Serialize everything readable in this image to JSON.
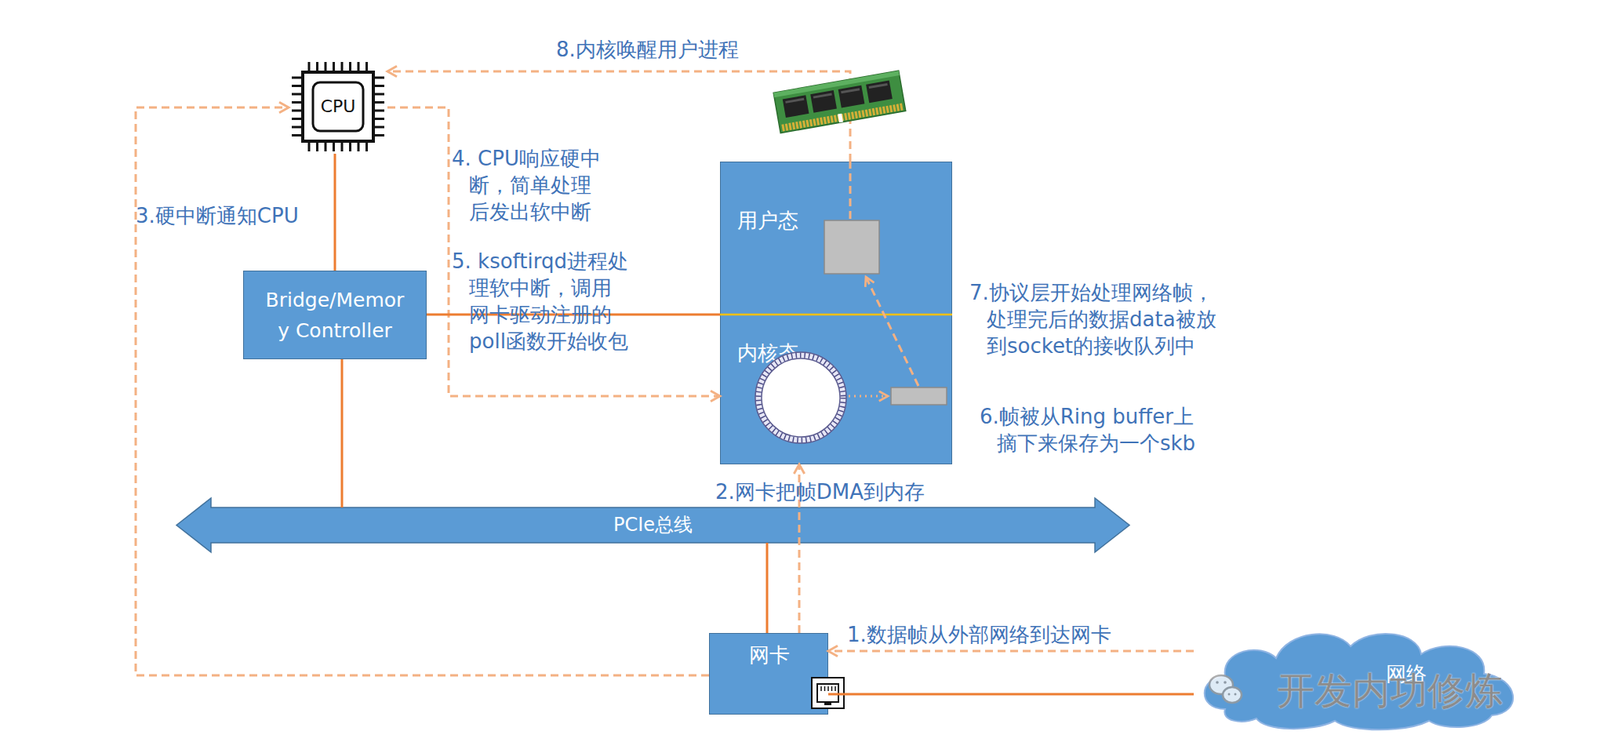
{
  "diagram": {
    "nodes": [
      {
        "text": [
          "CPU"
        ]
      },
      {
        "text": [
          "Bridge/Memor y Controller"
        ]
      },
      {
        "text": [
          "用户态",
          "内核态"
        ]
      },
      {
        "text": [
          "PCIe总线"
        ]
      },
      {
        "text": [
          "网卡"
        ]
      },
      {
        "text": [
          "网络"
        ]
      }
    ],
    "edges": [
      {
        "from": 5,
        "to": 4,
        "arrow": "to",
        "label": "1.数据帧从外部网络到达网卡"
      },
      {
        "from": 4,
        "to": 2,
        "arrow": "to",
        "label": "2.网卡把帧DMA到内存"
      },
      {
        "from": 4,
        "to": 0,
        "arrow": "to",
        "label": "3.硬中断通知CPU"
      },
      {
        "from": 0,
        "to": 2,
        "arrow": "to",
        "label": "4. CPU响应硬中 断，简单处理 后发出软中断"
      },
      {
        "from": 2,
        "to": 0,
        "arrow": "to",
        "label": "8.内核唤醒用户进程"
      },
      {
        "from": 0,
        "to": 1,
        "arrow": "none"
      },
      {
        "from": 1,
        "to": 3,
        "arrow": "none"
      },
      {
        "from": 1,
        "to": 2,
        "arrow": "none"
      },
      {
        "from": 3,
        "to": 4,
        "arrow": "none"
      },
      {
        "from": 4,
        "to": 5,
        "arrow": "none"
      }
    ],
    "labels": [
      "5. ksoftirqd进程处 理软中断，调用 网卡驱动注册的 poll函数开始收包",
      "6.帧被从Ring buffer上 摘下来保存为一个skb",
      "7.协议层开始处理网络帧， 处理完后的数据data被放 到socket的接收队列中",
      "开发内功修炼"
    ]
  }
}
